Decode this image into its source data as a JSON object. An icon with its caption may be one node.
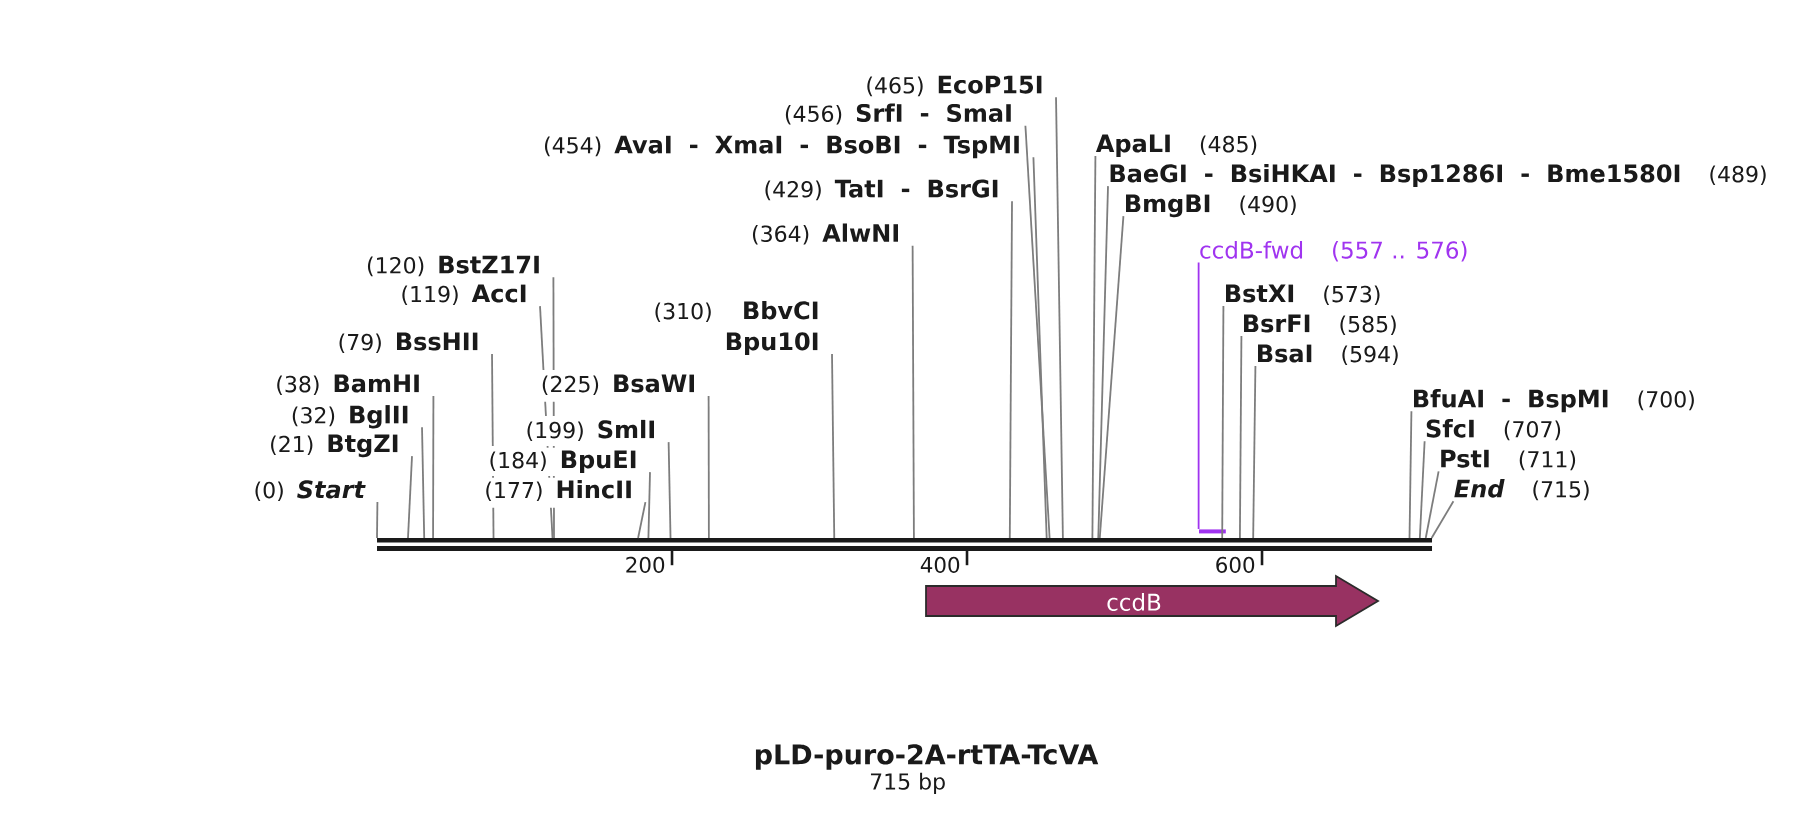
{
  "diagram": {
    "title": "pLD-puro-2A-rtTA-TcVA",
    "nodes": [
      {
        "text": [
          "(465)",
          "EcoP15I"
        ]
      },
      {
        "text": [
          "(456)",
          "SrfI - SmaI"
        ]
      },
      {
        "text": [
          "(454)",
          "AvaI - XmaI - BsoBI - TspMI"
        ]
      },
      {
        "text": [
          "ApaLI",
          "(485)"
        ]
      },
      {
        "text": [
          "BaeGI - BsiHKAI - Bsp1286I - Bme1580I",
          "(489)"
        ]
      },
      {
        "text": [
          "(429)",
          "TatI - BsrGI"
        ]
      },
      {
        "text": [
          "BmgBI",
          "(490)"
        ]
      },
      {
        "text": [
          "(364)",
          "AlwNI"
        ]
      },
      {
        "text": [
          "ccdB-fwd",
          "(557 .. 576)"
        ]
      },
      {
        "text": [
          "(120)",
          "BstZ17I"
        ]
      },
      {
        "text": [
          "(119)",
          "AccI"
        ]
      },
      {
        "text": [
          "BstXI",
          "(573)"
        ]
      },
      {
        "text": [
          "(310)",
          "BbvCI",
          "Bpu10I"
        ]
      },
      {
        "text": [
          "BsrFI",
          "(585)"
        ]
      },
      {
        "text": [
          "(79)",
          "BssHII"
        ]
      },
      {
        "text": [
          "BsaI",
          "(594)"
        ]
      },
      {
        "text": [
          "(38)",
          "BamHI"
        ]
      },
      {
        "text": [
          "(225)",
          "BsaWI"
        ]
      },
      {
        "text": [
          "BfuAI - BspMI",
          "(700)"
        ]
      },
      {
        "text": [
          "(32)",
          "BglII"
        ]
      },
      {
        "text": [
          "(199)",
          "SmlI"
        ]
      },
      {
        "text": [
          "SfcI",
          "(707)"
        ]
      },
      {
        "text": [
          "(21)",
          "BtgZI"
        ]
      },
      {
        "text": [
          "(184)",
          "BpuEI"
        ]
      },
      {
        "text": [
          "PstI",
          "(711)"
        ]
      },
      {
        "text": [
          "(0)",
          "Start"
        ]
      },
      {
        "text": [
          "(177)",
          "HincII"
        ]
      },
      {
        "text": [
          "End",
          "(715)"
        ]
      },
      {
        "text": [],
        "shape": "bar"
      },
      {
        "text": [],
        "shape": "bar"
      },
      {
        "text": [
          "ccdB"
        ]
      }
    ],
    "edges": [
      {
        "from": 0,
        "to": 28,
        "arrow": "none"
      },
      {
        "from": 1,
        "to": 28,
        "arrow": "none"
      },
      {
        "from": 2,
        "to": 28,
        "arrow": "none"
      },
      {
        "from": 3,
        "to": 28,
        "arrow": "none"
      },
      {
        "from": 4,
        "to": 28,
        "arrow": "none"
      },
      {
        "from": 5,
        "to": 28,
        "arrow": "none"
      },
      {
        "from": 6,
        "to": 28,
        "arrow": "none"
      },
      {
        "from": 7,
        "to": 28,
        "arrow": "none"
      },
      {
        "from": 8,
        "to": 29,
        "arrow": "none",
        "color": "#a034f0"
      },
      {
        "from": 9,
        "to": 28,
        "arrow": "none"
      },
      {
        "from": 10,
        "to": 28,
        "arrow": "none"
      },
      {
        "from": 11,
        "to": 28,
        "arrow": "none"
      },
      {
        "from": 12,
        "to": 28,
        "arrow": "none"
      },
      {
        "from": 13,
        "to": 28,
        "arrow": "none"
      },
      {
        "from": 14,
        "to": 28,
        "arrow": "none"
      },
      {
        "from": 15,
        "to": 28,
        "arrow": "none"
      },
      {
        "from": 16,
        "to": 28,
        "arrow": "none"
      },
      {
        "from": 17,
        "to": 28,
        "arrow": "none"
      },
      {
        "from": 18,
        "to": 28,
        "arrow": "none"
      },
      {
        "from": 19,
        "to": 28,
        "arrow": "none"
      },
      {
        "from": 20,
        "to": 28,
        "arrow": "none"
      },
      {
        "from": 21,
        "to": 28,
        "arrow": "none"
      },
      {
        "from": 22,
        "to": 28,
        "arrow": "none"
      },
      {
        "from": 23,
        "to": 28,
        "arrow": "none"
      },
      {
        "from": 24,
        "to": 28,
        "arrow": "none"
      },
      {
        "from": 25,
        "to": 28,
        "arrow": "none"
      },
      {
        "from": 26,
        "to": 28,
        "arrow": "none"
      },
      {
        "from": 27,
        "to": 28,
        "arrow": "none"
      }
    ],
    "labels": [
      "200",
      "400",
      "600",
      "715 bp"
    ]
  }
}
